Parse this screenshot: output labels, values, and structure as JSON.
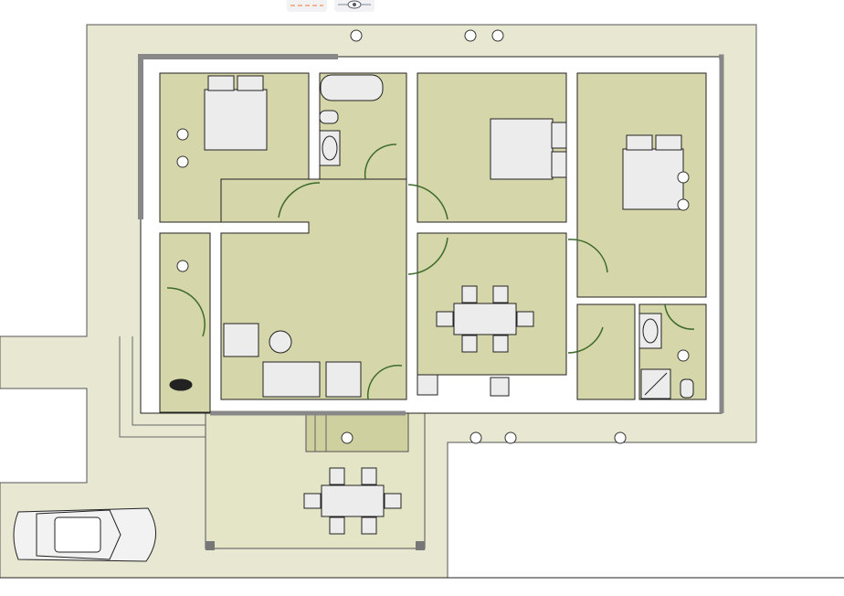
{
  "toolbar": {
    "buttons": [
      {
        "icon": "dashed-line-icon",
        "color": "#f0a070"
      },
      {
        "icon": "eye-icon",
        "color": "#7a8aa0"
      }
    ]
  },
  "colors": {
    "lot": "#e8e8d2",
    "room_floor": "#d5d6a9",
    "terrace": "#e4e4c6",
    "outer_wall": "#8a8a8a",
    "door_arc": "#3d6b2a",
    "furniture": "#ececec"
  },
  "plan": {
    "rooms": [
      "bedroom-1",
      "bathroom-1",
      "living-hall",
      "bedroom-2",
      "bedroom-3",
      "dining-kitchen",
      "entry",
      "storage",
      "bathroom-2",
      "terrace",
      "porch"
    ],
    "furniture": [
      "double-bed",
      "double-bed",
      "double-bed",
      "bathtub",
      "bidet",
      "washbasin",
      "washbasin",
      "shower",
      "toilet",
      "armchair",
      "armchair",
      "sofa",
      "round-table",
      "dining-table",
      "dining-table",
      "stove",
      "sink",
      "dog",
      "car"
    ]
  }
}
